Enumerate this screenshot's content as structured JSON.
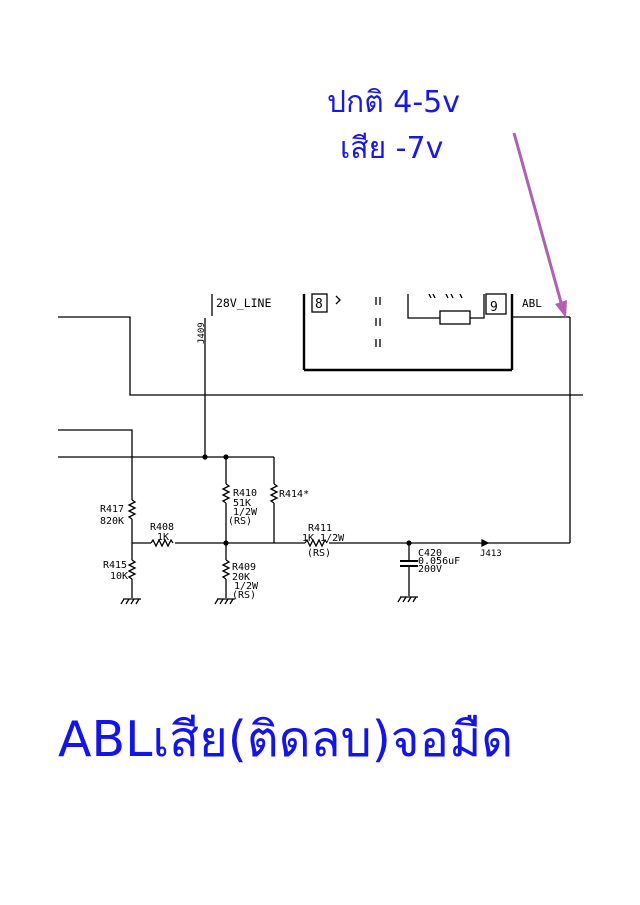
{
  "annotation": {
    "normal": "ปกติ 4-5v",
    "fault": "เสีย -7v",
    "arrow_color": "#b060b0",
    "text_color": "#1818e0"
  },
  "caption": "ABLเสีย(ติดลบ)จอมืด",
  "schematic": {
    "connector": {
      "net_28v": "28V_LINE",
      "net_abl": "ABL",
      "pin_8": "8",
      "pin_9": "9"
    },
    "jumpers": {
      "j409": "J409",
      "j413": "J413"
    },
    "components": {
      "r417": {
        "ref": "R417",
        "value": "820K"
      },
      "r415": {
        "ref": "R415",
        "value": "10K"
      },
      "r408": {
        "ref": "R408",
        "value": "1K"
      },
      "r410": {
        "ref": "R410",
        "value": "51K",
        "rating": "1/2W",
        "type": "(RS)"
      },
      "r414": {
        "ref": "R414*"
      },
      "r411": {
        "ref": "R411",
        "value": "1K 1/2W",
        "type": "(RS)"
      },
      "r409": {
        "ref": "R409",
        "value": "20K",
        "rating": "1/2W",
        "type": "(RS)"
      },
      "c420": {
        "ref": "C420",
        "value": "0.056uF",
        "rating": "200V"
      }
    }
  }
}
